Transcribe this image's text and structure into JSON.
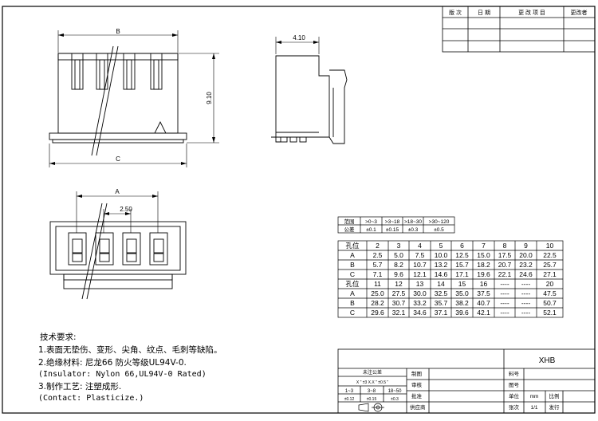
{
  "revision_block": {
    "headers": [
      "版 次",
      "日 期",
      "更 改 项 目",
      "更改者"
    ]
  },
  "top_view": {
    "dim_width": "B",
    "dim_height": "9.10",
    "dim_base": "C"
  },
  "side_view": {
    "dim_depth": "4.10"
  },
  "bottom_view": {
    "dim_a": "A",
    "dim_pitch": "2.50"
  },
  "tolerance_table": {
    "rows": [
      [
        "范围",
        ">0~3",
        ">3~18",
        ">18~30",
        ">30~120"
      ],
      [
        "公差",
        "±0.1",
        "±0.15",
        "±0.3",
        "±0.5"
      ]
    ]
  },
  "dimension_table": {
    "header1": [
      "孔位",
      "2",
      "3",
      "4",
      "5",
      "6",
      "7",
      "8",
      "9",
      "10"
    ],
    "rows1": [
      [
        "A",
        "2.5",
        "5.0",
        "7.5",
        "10.0",
        "12.5",
        "15.0",
        "17.5",
        "20.0",
        "22.5"
      ],
      [
        "B",
        "5.7",
        "8.2",
        "10.7",
        "13.2",
        "15.7",
        "18.2",
        "20.7",
        "23.2",
        "25.7"
      ],
      [
        "C",
        "7.1",
        "9.6",
        "12.1",
        "14.6",
        "17.1",
        "19.6",
        "22.1",
        "24.6",
        "27.1"
      ]
    ],
    "header2": [
      "孔位",
      "11",
      "12",
      "13",
      "14",
      "15",
      "16",
      "----",
      "----",
      "20"
    ],
    "rows2": [
      [
        "A",
        "25.0",
        "27.5",
        "30.0",
        "32.5",
        "35.0",
        "37.5",
        "----",
        "----",
        "47.5"
      ],
      [
        "B",
        "28.2",
        "30.7",
        "33.2",
        "35.7",
        "38.2",
        "40.7",
        "----",
        "----",
        "50.7"
      ],
      [
        "C",
        "29.6",
        "32.1",
        "34.6",
        "37.1",
        "39.6",
        "42.1",
        "----",
        "----",
        "52.1"
      ]
    ]
  },
  "tech_notes": {
    "title": "技术要求:",
    "lines": [
      "1.表面无垫伤、变形、尖角、纹点、毛刺等缺陷。",
      "2.绝缘材料: 尼龙66   防火等级UL94V-0.",
      "(Insulator: Nylon 66,UL94V-0 Rated)",
      "3.制作工艺: 注塑成形.",
      "(Contact: Plasticize.)"
    ]
  },
  "title_block": {
    "part_name": "XHB",
    "tol_note": "未注公差",
    "tol_row1": "X \" ±3  X.X \" ±0.5 \"",
    "tol_row2": [
      "1~3",
      "3~8",
      "18~50"
    ],
    "tol_row3": [
      "±0.12",
      "±0.15",
      "±0.3"
    ],
    "left_labels": [
      "制图",
      "审核",
      "批准",
      "供应商"
    ],
    "right_labels": [
      "料号",
      "图号",
      "单位",
      "张次"
    ],
    "unit_value": "mm",
    "scale_label": "比例",
    "sheet_value": "1/1",
    "issue_label": "发行"
  }
}
